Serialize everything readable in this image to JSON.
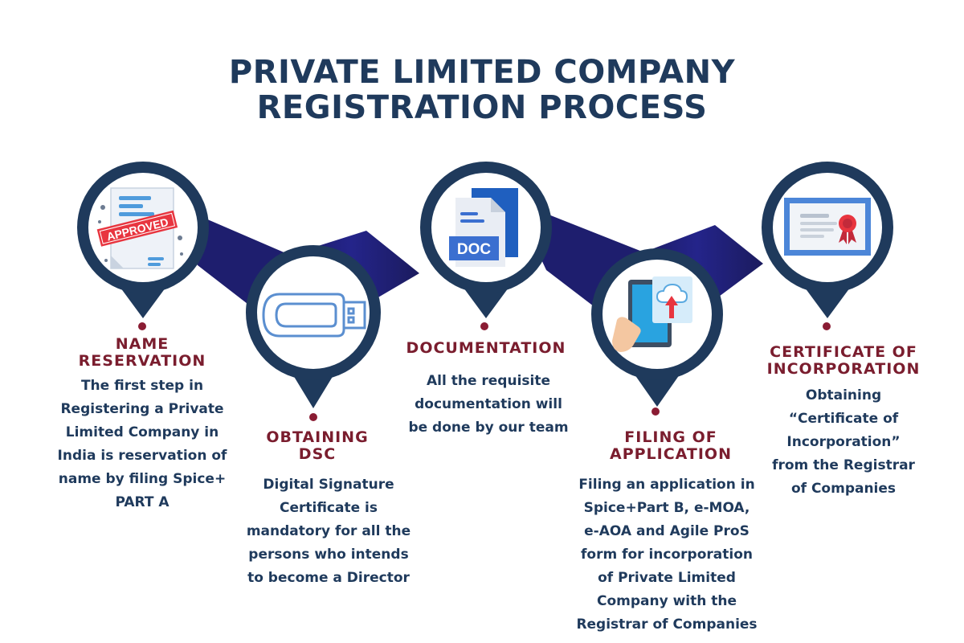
{
  "title": {
    "line1": "PRIVATE LIMITED COMPANY",
    "line2": "REGISTRATION PROCESS"
  },
  "colors": {
    "title": "#1f3a5c",
    "step_title": "#7a1d2e",
    "band": "#1e1e6e",
    "pin": "#1f3a5c"
  },
  "steps": [
    {
      "title_lines": [
        "NAME",
        "RESERVATION"
      ],
      "description": "The first step in\nRegistering a Private\nLimited Company in\nIndia is reservation of\nname by filing Spice+\nPART A",
      "icon": "approved-document-icon",
      "stamp": "APPROVED"
    },
    {
      "title_lines": [
        "OBTAINING",
        "DSC"
      ],
      "description": "Digital Signature\nCertificate is\nmandatory for all the\npersons who intends\nto become a Director",
      "icon": "usb-token-icon"
    },
    {
      "title_lines": [
        "DOCUMENTATION"
      ],
      "description": "All the requisite\ndocumentation will\nbe done by our team",
      "icon": "doc-file-icon",
      "badge": "DOC"
    },
    {
      "title_lines": [
        "FILING OF",
        "APPLICATION"
      ],
      "description": "Filing an application in\nSpice+Part B, e-MOA,\n e-AOA and Agile ProS\nform  for incorporation\nof Private Limited\nCompany with the\nRegistrar of Companies",
      "icon": "tablet-cloud-upload-icon"
    },
    {
      "title_lines": [
        "CERTIFICATE OF",
        "INCORPORATION"
      ],
      "description": "Obtaining\n“Certificate of\nIncorporation”\nfrom the Registrar\nof Companies",
      "icon": "certificate-icon"
    }
  ]
}
